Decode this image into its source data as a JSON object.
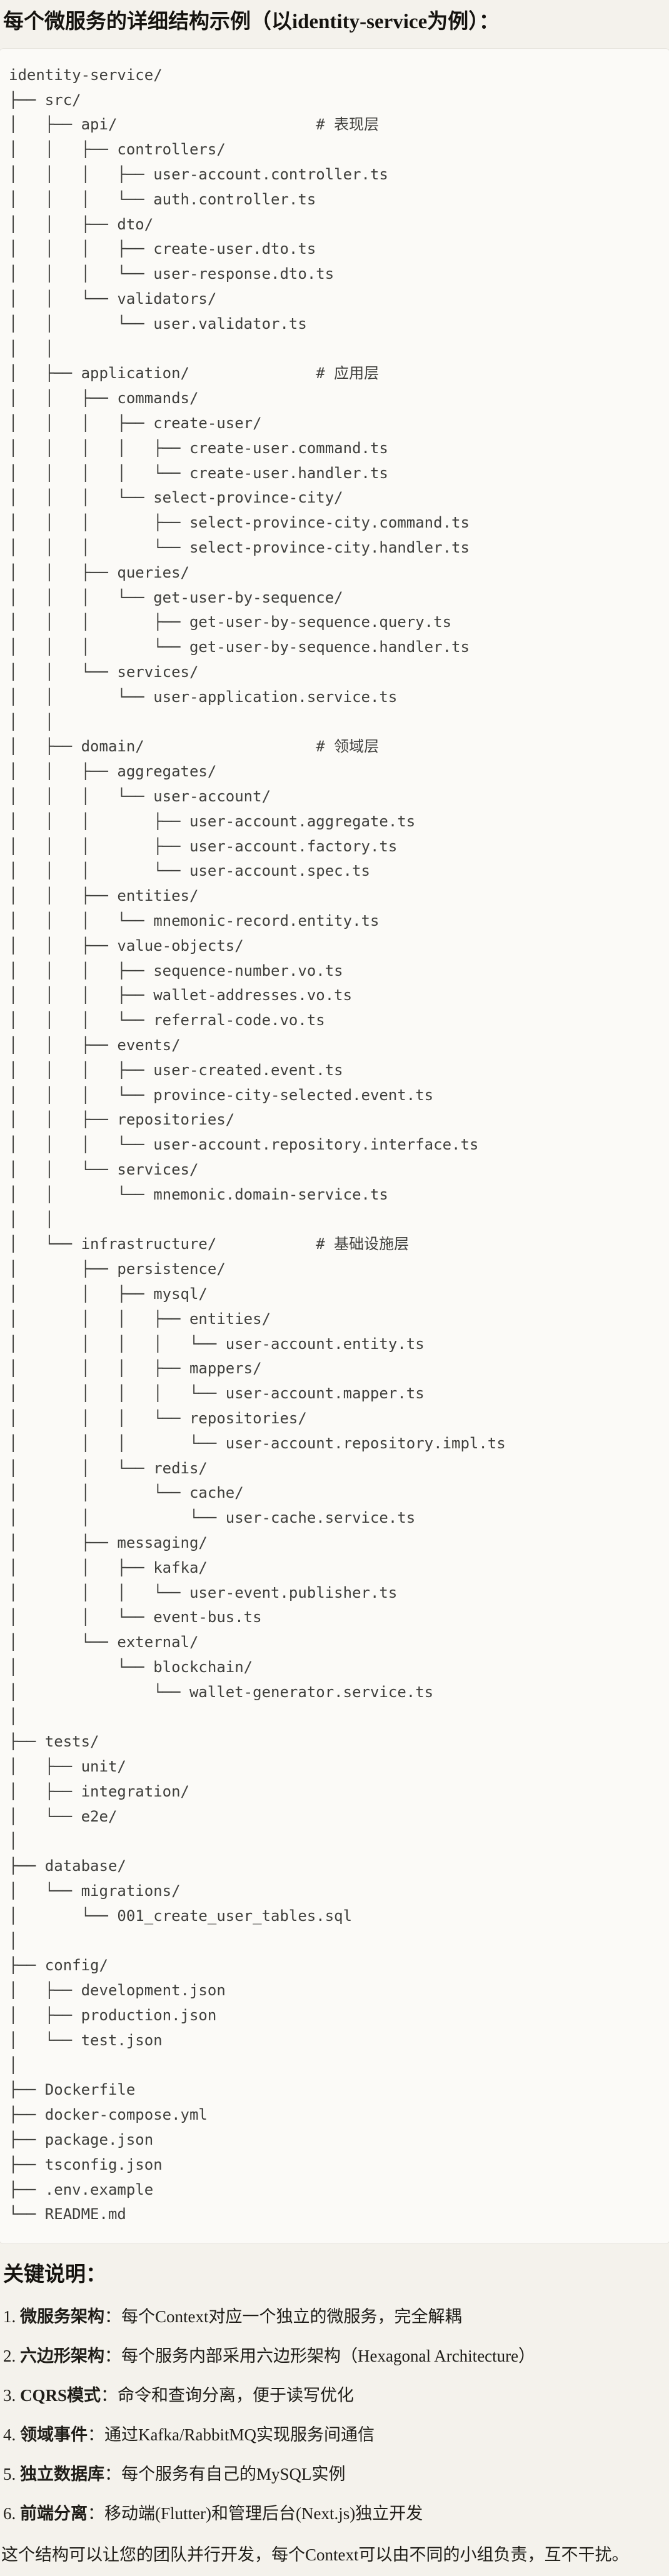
{
  "page": {
    "title": "每个微服务的详细结构示例（以identity-service为例）：",
    "notes_heading": "关键说明：",
    "closing": "这个结构可以让您的团队并行开发，每个Context可以由不同的小组负责，互不干扰。"
  },
  "tree": {
    "root": "identity-service/",
    "layer_comments": [
      "# 表现层",
      "# 应用层",
      "# 领域层",
      "# 基础设施层"
    ],
    "text": "identity-service/\n├── src/\n│   ├── api/                      # 表现层\n│   │   ├── controllers/\n│   │   │   ├── user-account.controller.ts\n│   │   │   └── auth.controller.ts\n│   │   ├── dto/\n│   │   │   ├── create-user.dto.ts\n│   │   │   └── user-response.dto.ts\n│   │   └── validators/\n│   │       └── user.validator.ts\n│   │\n│   ├── application/              # 应用层\n│   │   ├── commands/\n│   │   │   ├── create-user/\n│   │   │   │   ├── create-user.command.ts\n│   │   │   │   └── create-user.handler.ts\n│   │   │   └── select-province-city/\n│   │   │       ├── select-province-city.command.ts\n│   │   │       └── select-province-city.handler.ts\n│   │   ├── queries/\n│   │   │   └── get-user-by-sequence/\n│   │   │       ├── get-user-by-sequence.query.ts\n│   │   │       └── get-user-by-sequence.handler.ts\n│   │   └── services/\n│   │       └── user-application.service.ts\n│   │\n│   ├── domain/                   # 领域层\n│   │   ├── aggregates/\n│   │   │   └── user-account/\n│   │   │       ├── user-account.aggregate.ts\n│   │   │       ├── user-account.factory.ts\n│   │   │       └── user-account.spec.ts\n│   │   ├── entities/\n│   │   │   └── mnemonic-record.entity.ts\n│   │   ├── value-objects/\n│   │   │   ├── sequence-number.vo.ts\n│   │   │   ├── wallet-addresses.vo.ts\n│   │   │   └── referral-code.vo.ts\n│   │   ├── events/\n│   │   │   ├── user-created.event.ts\n│   │   │   └── province-city-selected.event.ts\n│   │   ├── repositories/\n│   │   │   └── user-account.repository.interface.ts\n│   │   └── services/\n│   │       └── mnemonic.domain-service.ts\n│   │\n│   └── infrastructure/           # 基础设施层\n│       ├── persistence/\n│       │   ├── mysql/\n│       │   │   ├── entities/\n│       │   │   │   └── user-account.entity.ts\n│       │   │   ├── mappers/\n│       │   │   │   └── user-account.mapper.ts\n│       │   │   └── repositories/\n│       │   │       └── user-account.repository.impl.ts\n│       │   └── redis/\n│       │       └── cache/\n│       │           └── user-cache.service.ts\n│       ├── messaging/\n│       │   ├── kafka/\n│       │   │   └── user-event.publisher.ts\n│       │   └── event-bus.ts\n│       └── external/\n│           └── blockchain/\n│               └── wallet-generator.service.ts\n│\n├── tests/\n│   ├── unit/\n│   ├── integration/\n│   └── e2e/\n│\n├── database/\n│   └── migrations/\n│       └── 001_create_user_tables.sql\n│\n├── config/\n│   ├── development.json\n│   ├── production.json\n│   └── test.json\n│\n├── Dockerfile\n├── docker-compose.yml\n├── package.json\n├── tsconfig.json\n├── .env.example\n└── README.md"
  },
  "notes": [
    {
      "num": "1.",
      "term": "微服务架构",
      "desc": "：每个Context对应一个独立的微服务，完全解耦"
    },
    {
      "num": "2.",
      "term": "六边形架构",
      "desc": "：每个服务内部采用六边形架构（Hexagonal Architecture）"
    },
    {
      "num": "3.",
      "term": "CQRS模式",
      "desc": "：命令和查询分离，便于读写优化"
    },
    {
      "num": "4.",
      "term": "领域事件",
      "desc": "：通过Kafka/RabbitMQ实现服务间通信"
    },
    {
      "num": "5.",
      "term": "独立数据库",
      "desc": "：每个服务有自己的MySQL实例"
    },
    {
      "num": "6.",
      "term": "前端分离",
      "desc": "：移动端(Flutter)和管理后台(Next.js)独立开发"
    }
  ],
  "colors": {
    "page_background": "#f4f2ec",
    "code_block_background": "#fbfaf7",
    "code_block_border": "#e6e4dd",
    "code_text": "#3f3f3c",
    "heading_text": "#15130f",
    "body_text": "#1f1d18"
  }
}
